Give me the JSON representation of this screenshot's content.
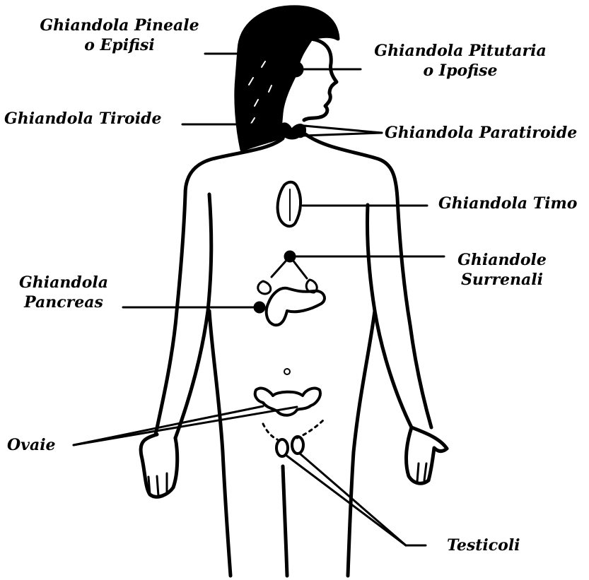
{
  "colors": {
    "ink": "#000000",
    "background": "#ffffff"
  },
  "labels": {
    "pineal_1": "Ghiandola  Pineale",
    "pineal_2": "o Epifisi",
    "pituitary_1": "Ghiandola Pitutaria",
    "pituitary_2": "o Ipofise",
    "thyroid": "Ghiandola  Tiroide",
    "parathyroid": "Ghiandola Paratiroide",
    "thymus": "Ghiandola Timo",
    "adrenal_1": "Ghiandole",
    "adrenal_2": "Surrenali",
    "pancreas_1": "Ghiandola",
    "pancreas_2": "Pancreas",
    "ovaries": "Ovaie",
    "testicles": "Testicoli"
  }
}
